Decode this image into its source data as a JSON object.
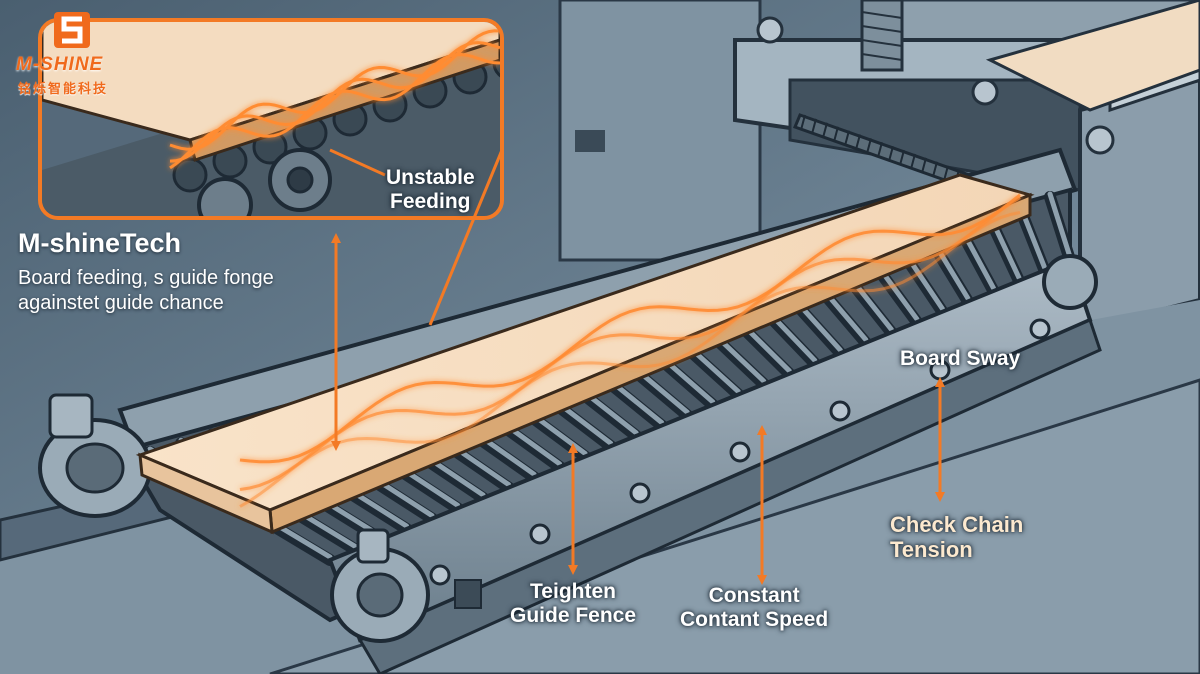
{
  "brand": {
    "logo_text": "M-SHINE",
    "logo_chinese": "铭烁智能科技",
    "title": "M-shineTech",
    "description_lines": [
      "Board feeding, s guide fonge",
      "againstet guide chance"
    ]
  },
  "callouts": {
    "unstable_feeding": [
      "Unstable",
      "Feeding"
    ],
    "board_sway": "Board Sway",
    "check_chain_tension": [
      "Check Chain",
      "Tension"
    ],
    "tighten_guide_fence": [
      "Teighten",
      "Guide Fence"
    ],
    "constant_speed": [
      "Constant",
      "Contant Speed"
    ]
  },
  "colors": {
    "accent": "#f37a25",
    "glow": "#ff9a3c",
    "background": "#5f7484",
    "board": "#f6dcc0",
    "callout_text_light": "#fce9cf"
  },
  "icons": [
    "logo-mark-icon",
    "arrow-double-icon"
  ]
}
